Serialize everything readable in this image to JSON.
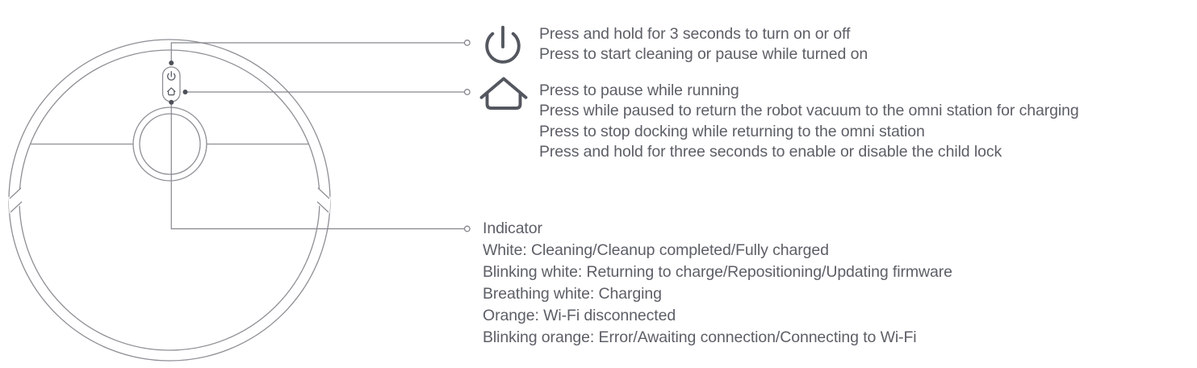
{
  "diagram": {
    "subject": "robot-vacuum-top-view",
    "colors": {
      "background": "#ffffff",
      "body_outline": "#8e8f95",
      "callout_line": "#85868e",
      "icon": "#54575f",
      "dot": "#4d5058",
      "text": "#5c5f66"
    },
    "button_panel": {
      "icons": [
        "power-icon",
        "home-icon"
      ]
    },
    "callouts": [
      {
        "id": "power-button",
        "icon": "power-icon",
        "lines": [
          "Press and hold for 3 seconds to turn on or off",
          "Press to start cleaning or pause while turned on"
        ]
      },
      {
        "id": "home-button",
        "icon": "home-icon",
        "lines": [
          "Press to pause while running",
          "Press while paused to return the robot vacuum to the omni station for charging",
          "Press to stop docking while returning to the omni station",
          "Press and hold for three seconds to enable or disable the child lock"
        ]
      },
      {
        "id": "indicator",
        "icon": null,
        "lines": [
          "Indicator",
          "White: Cleaning/Cleanup completed/Fully charged",
          "Blinking white: Returning to charge/Repositioning/Updating firmware",
          "Breathing white: Charging",
          "Orange: Wi-Fi disconnected",
          "Blinking orange: Error/Awaiting connection/Connecting to Wi-Fi"
        ]
      }
    ]
  }
}
